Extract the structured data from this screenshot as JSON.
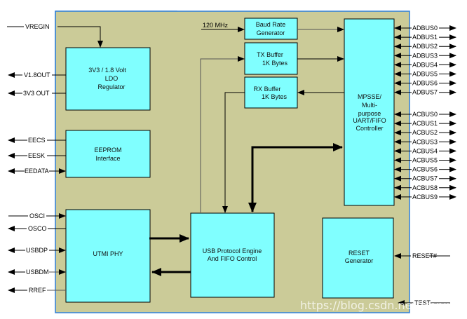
{
  "diagram": {
    "colors": {
      "chip_fill": "#cbcb98",
      "chip_border": "#2e7fd9",
      "block_fill": "#80ffff"
    },
    "clock_label": "120 MHz",
    "blocks": {
      "ldo": [
        "3V3  / 1.8 Volt",
        "LDO",
        "Regulator"
      ],
      "eeprom": [
        "EEPROM",
        "Interface"
      ],
      "utmi": [
        "UTMI PHY"
      ],
      "usb_engine": [
        "USB Protocol Engine",
        "And FIFO Control"
      ],
      "baud": [
        "Baud Rate",
        "Generator"
      ],
      "tx": [
        "TX Buffer",
        "1K Bytes"
      ],
      "rx": [
        "RX Buffer",
        "1K Bytes"
      ],
      "mpsse": [
        "MPSSE/",
        "Multi-",
        "purpose",
        "UART/FIFO",
        "Controller"
      ],
      "reset": [
        "RESET",
        "Generator"
      ]
    },
    "left_pins": [
      "VREGIN",
      "V1.8OUT",
      "3V3 OUT",
      "EECS",
      "EESK",
      "EEDATA",
      "OSCI",
      "OSCO",
      "USBDP",
      "USBDM",
      "RREF"
    ],
    "adbus_pins": [
      "ADBUS0",
      "ADBUS1",
      "ADBUS2",
      "ADBUS3",
      "ADBUS4",
      "ADBUS5",
      "ADBUS6",
      "ADBUS7"
    ],
    "acbus_pins": [
      "ACBUS0",
      "ACBUS1",
      "ACBUS2",
      "ACBUS3",
      "ACBUS4",
      "ACBUS5",
      "ACBUS6",
      "ACBUS7",
      "ACBUS8",
      "ACBUS9"
    ],
    "right_pins": [
      "RESET#",
      "TEST"
    ],
    "watermark": "https://blog.csdn.net/wenjia7803"
  }
}
